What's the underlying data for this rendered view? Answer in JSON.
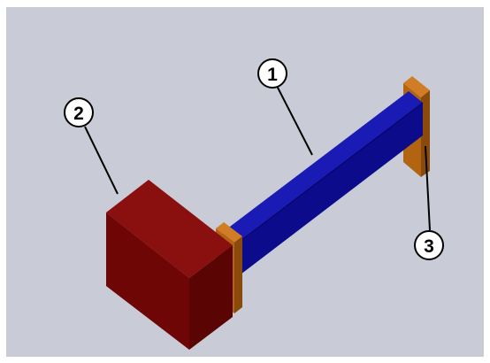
{
  "callouts": [
    {
      "number": "1",
      "target": "beam"
    },
    {
      "number": "2",
      "target": "block"
    },
    {
      "number": "3",
      "target": "end-plate"
    }
  ],
  "colors": {
    "background": "#c9ccd6",
    "frame": "#ffffff",
    "beam_top": "#1a1ab4",
    "beam_front": "#0b0b8c",
    "beam_side": "#0a0a70",
    "block_top": "#8a0f0f",
    "block_front": "#6e0606",
    "block_side": "#5a0404",
    "plate_face": "#b26413",
    "plate_edge": "#8a4a0c",
    "plate_top": "#d07d25",
    "callout_stroke": "#000000",
    "callout_fill": "#ffffff"
  }
}
